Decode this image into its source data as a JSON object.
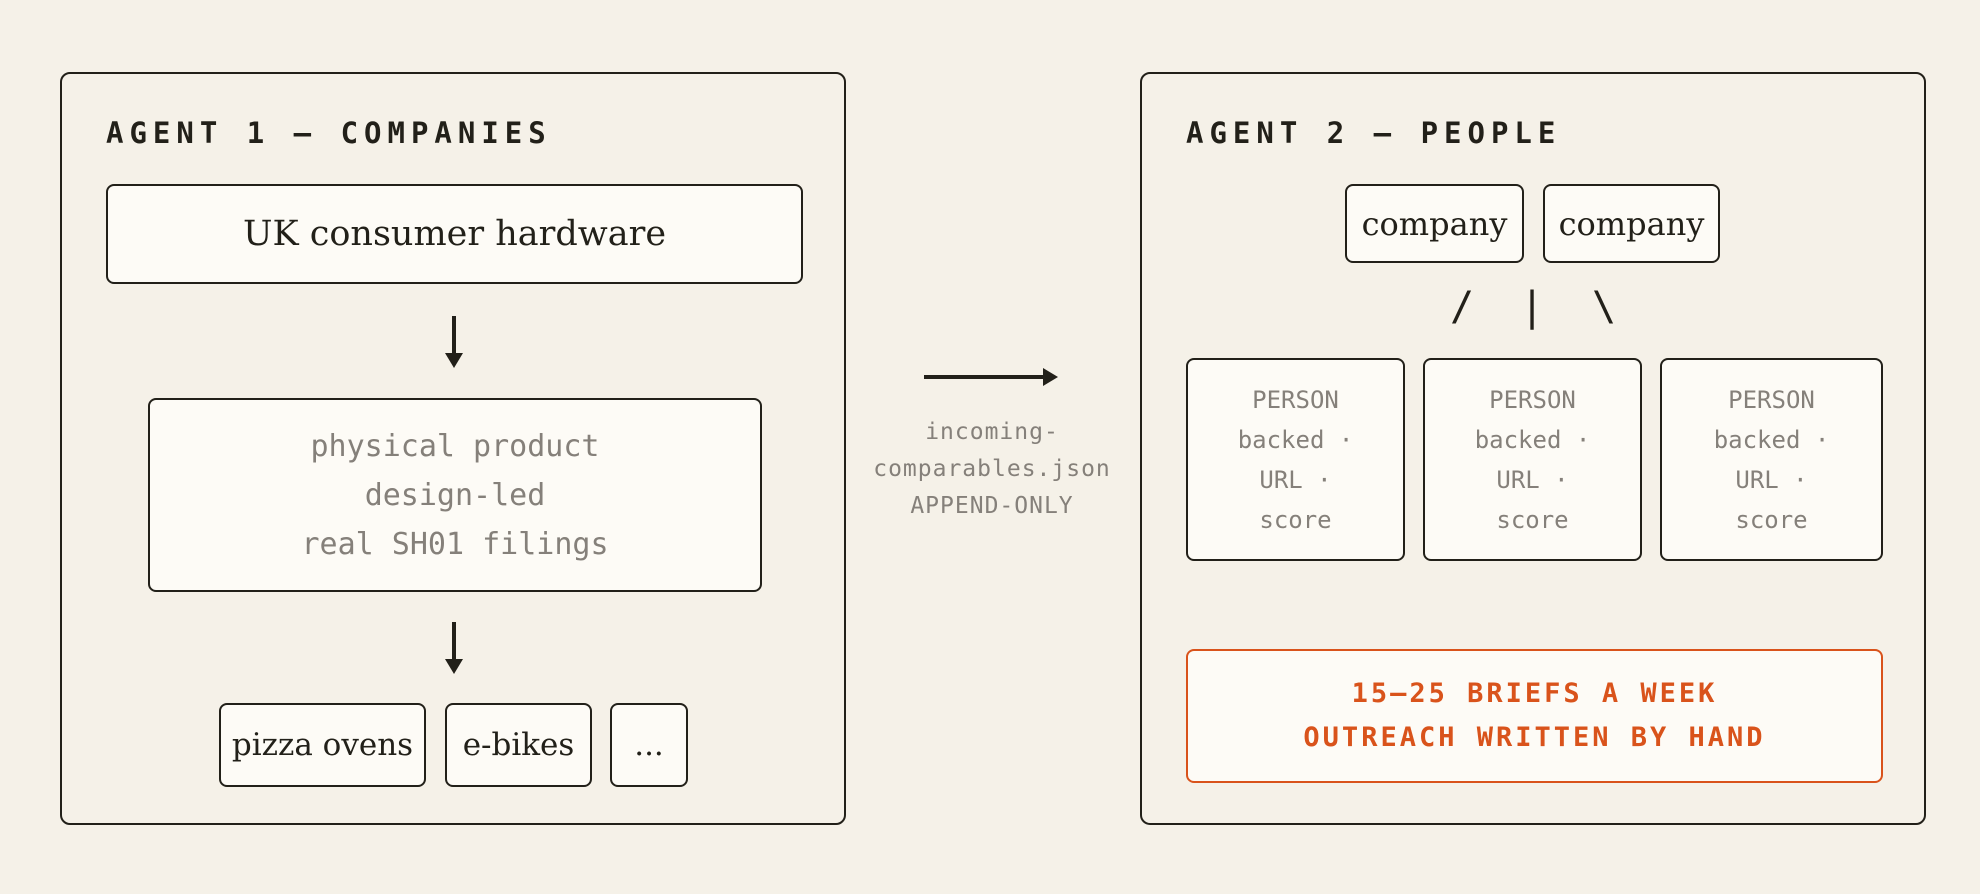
{
  "agent1": {
    "title": "AGENT 1 — COMPANIES",
    "query": "UK consumer hardware",
    "criteria": [
      "physical product",
      "design-led",
      "real SH01 filings"
    ],
    "results": [
      "pizza ovens",
      "e-bikes",
      "..."
    ]
  },
  "handoff": {
    "file_lines": [
      "incoming-",
      "comparables.json",
      "APPEND-ONLY"
    ]
  },
  "agent2": {
    "title": "AGENT 2 — PEOPLE",
    "companies": [
      "company",
      "company"
    ],
    "connectors": [
      "/",
      "|",
      "\\"
    ],
    "people": [
      {
        "line1": "PERSON",
        "line2": "backed ·",
        "line3": "URL ·",
        "line4": "score"
      },
      {
        "line1": "PERSON",
        "line2": "backed ·",
        "line3": "URL ·",
        "line4": "score"
      },
      {
        "line1": "PERSON",
        "line2": "backed ·",
        "line3": "URL ·",
        "line4": "score"
      }
    ],
    "output_lines": [
      "15–25 BRIEFS A WEEK",
      "OUTREACH WRITTEN BY HAND"
    ]
  },
  "colors": {
    "background": "#f5f1e8",
    "ink": "#222019",
    "muted": "#85807a",
    "accent": "#d9531b"
  }
}
